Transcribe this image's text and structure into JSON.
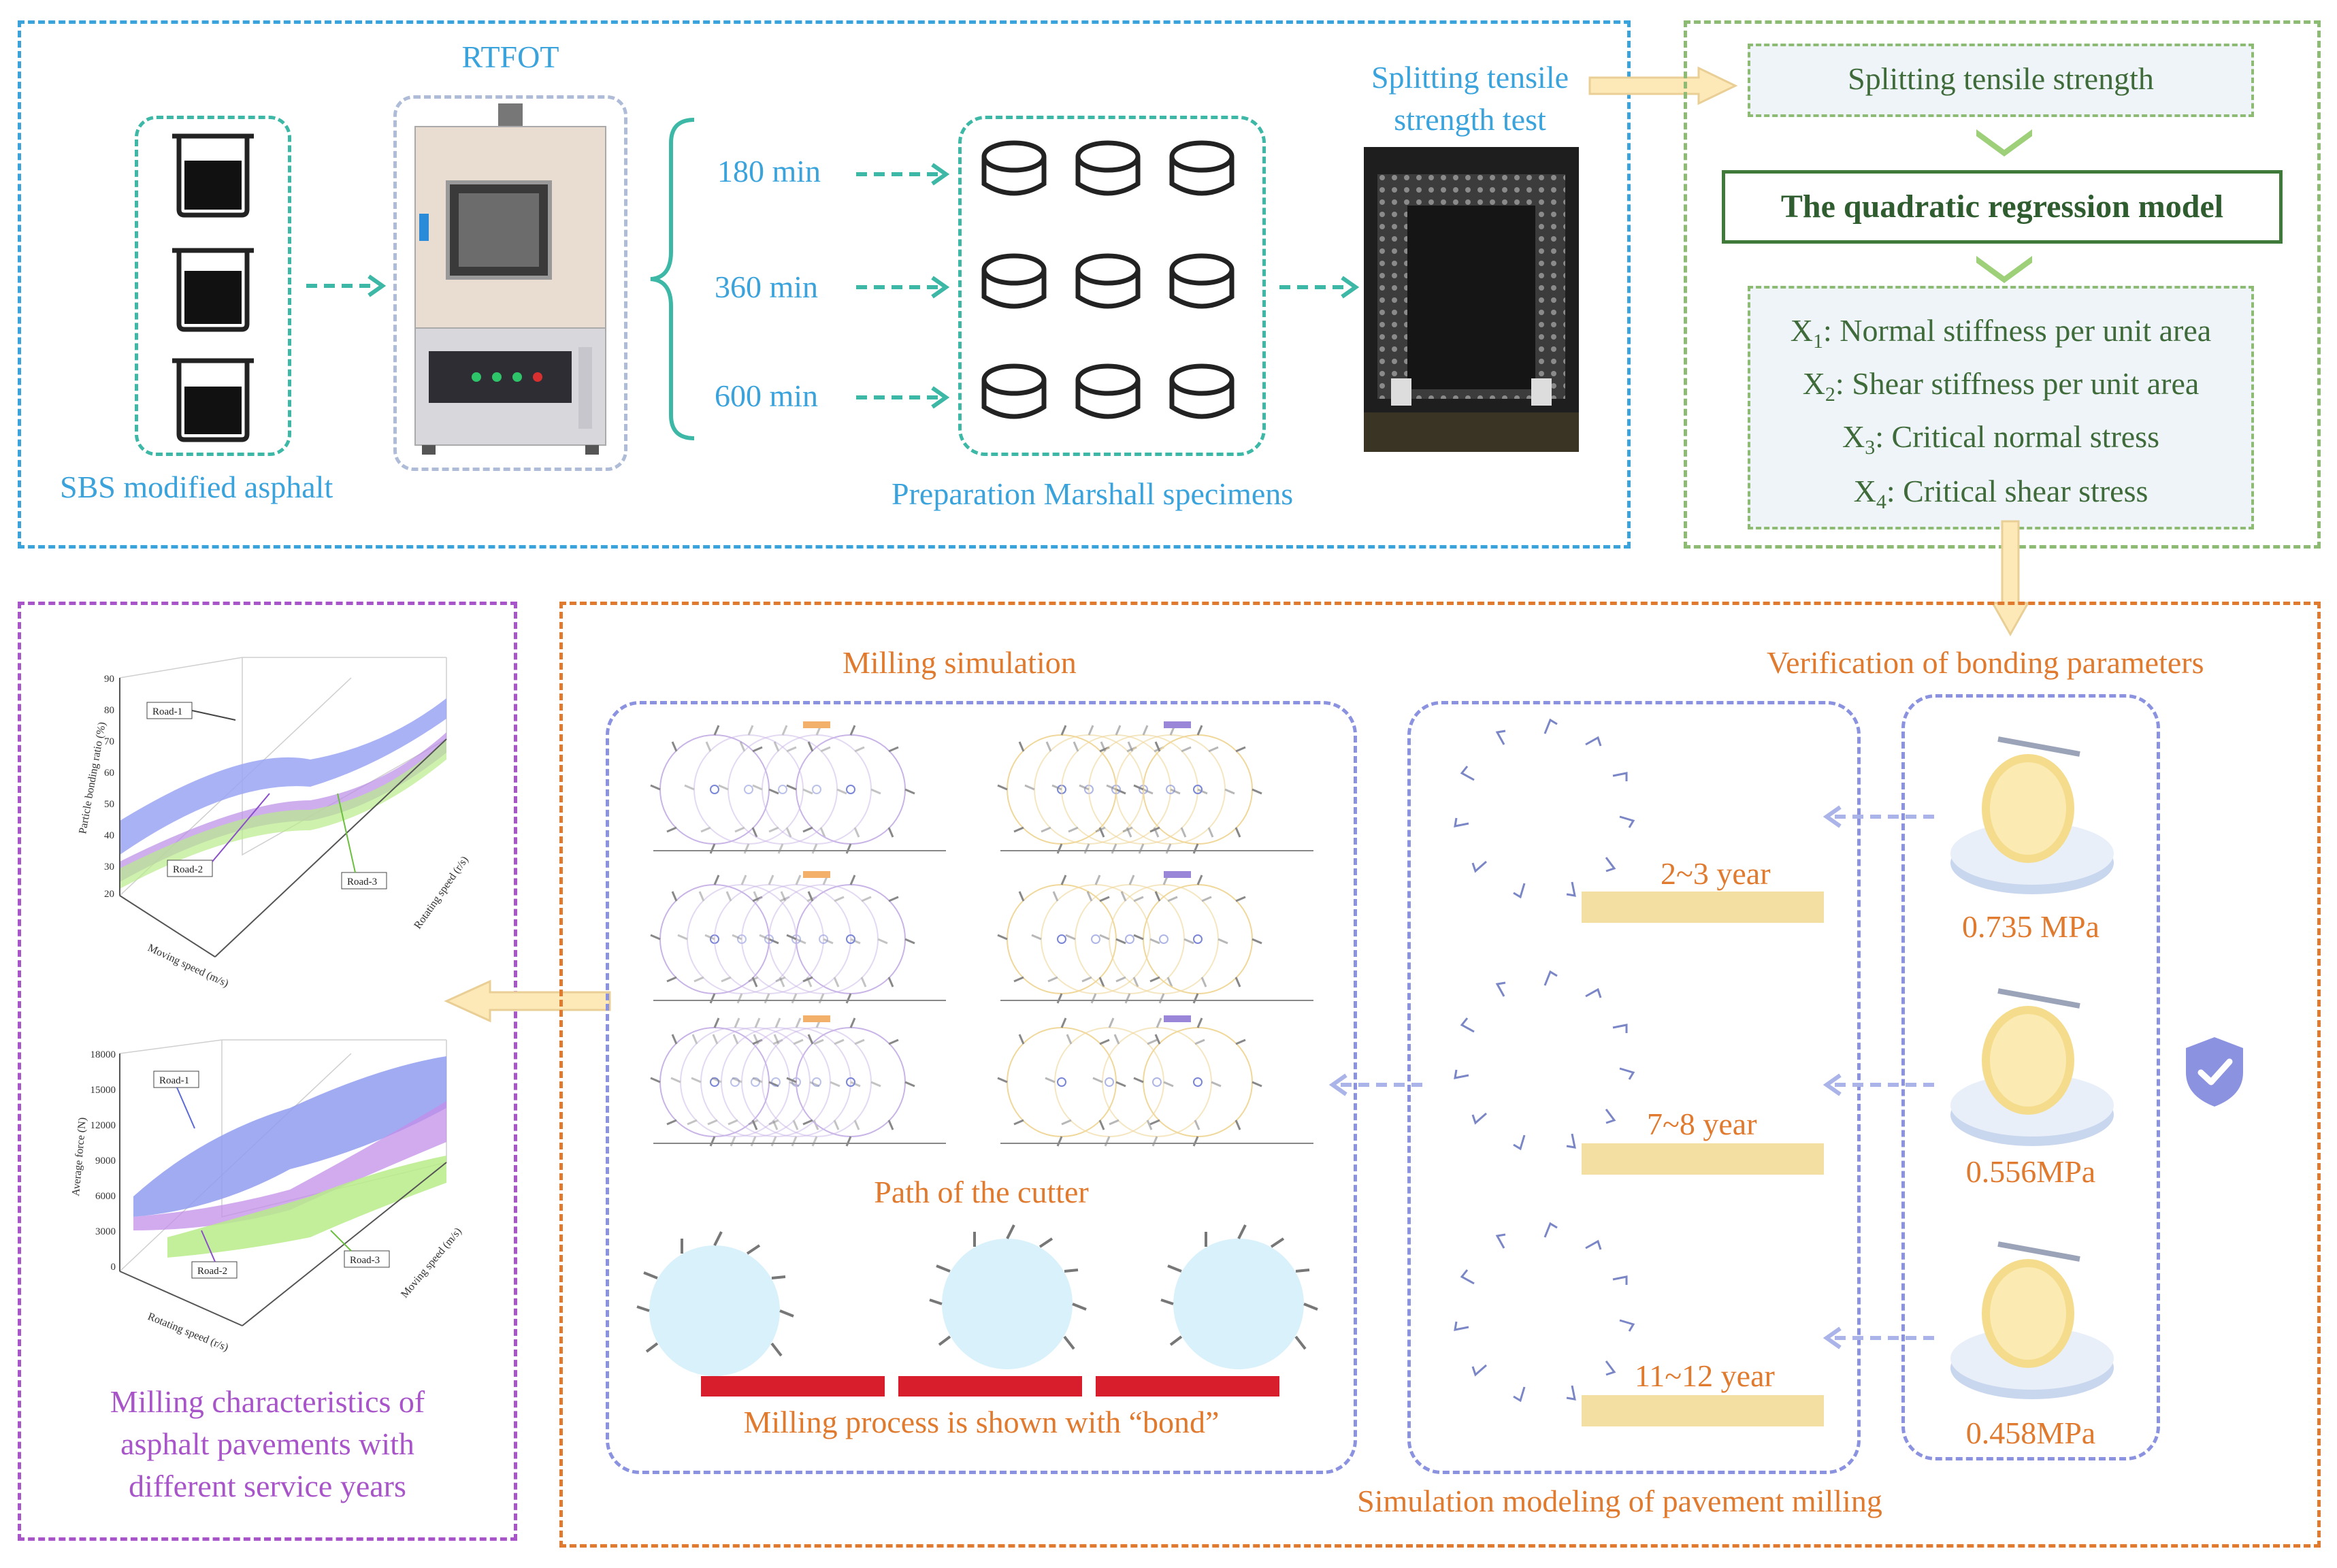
{
  "colors": {
    "blue": "#3aa3dc",
    "teal": "#3db8a6",
    "green": "#8dbb74",
    "dark_green": "#3f7a3a",
    "orange": "#e07a2e",
    "purple": "#a855c9",
    "lavender": "#8b93e0",
    "arrow_fill": "#fde9b8"
  },
  "top_left": {
    "sbs_label": "SBS modified asphalt",
    "rtfot_label": "RTFOT",
    "times": [
      "180 min",
      "360 min",
      "600 min"
    ],
    "marshall_label": "Preparation Marshall specimens",
    "splitting_label_line1": "Splitting tensile",
    "splitting_label_line2": "strength test"
  },
  "top_right": {
    "splitting_strength": "Splitting tensile strength",
    "regression_model": "The quadratic regression model",
    "variables": [
      {
        "sym": "X",
        "sub": "1",
        "text": ": Normal stiffness per unit area"
      },
      {
        "sym": "X",
        "sub": "2",
        "text": ": Shear stiffness per unit area"
      },
      {
        "sym": "X",
        "sub": "3",
        "text": ": Critical normal stress"
      },
      {
        "sym": "X",
        "sub": "4",
        "text": ": Critical shear stress"
      }
    ]
  },
  "bottom_left": {
    "caption_line1": "Milling characteristics of",
    "caption_line2": "asphalt pavements with",
    "caption_line3": "different service years",
    "plot1": {
      "ylabel": "Particle bonding ratio (%)",
      "xlabel": "Moving speed (m/s)",
      "zlabel": "Rotating speed (r/s)",
      "yticks": [
        "90",
        "80",
        "70",
        "60",
        "50",
        "40",
        "30",
        "20"
      ],
      "road_labels": [
        "Road-1",
        "Road-2",
        "Road-3"
      ]
    },
    "plot2": {
      "ylabel": "Average force (N)",
      "xlabel": "Rotating speed (r/s)",
      "zlabel": "Moving speed (m/s)",
      "yticks": [
        "18000",
        "15000",
        "12000",
        "9000",
        "6000",
        "3000",
        "0"
      ],
      "road_labels": [
        "Road-1",
        "Road-2",
        "Road-3"
      ]
    }
  },
  "bottom_right": {
    "milling_simulation": "Milling simulation",
    "verification": "Verification of bonding parameters",
    "path_label": "Path of the cutter",
    "process_label": "Milling process is shown with “bond”",
    "simulation_modeling": "Simulation modeling of pavement milling",
    "years": [
      "2~3 year",
      "7~8 year",
      "11~12 year"
    ],
    "pressures": [
      "0.735 MPa",
      "0.556MPa",
      "0.458MPa"
    ],
    "shield_icon": "shield-check-icon"
  }
}
